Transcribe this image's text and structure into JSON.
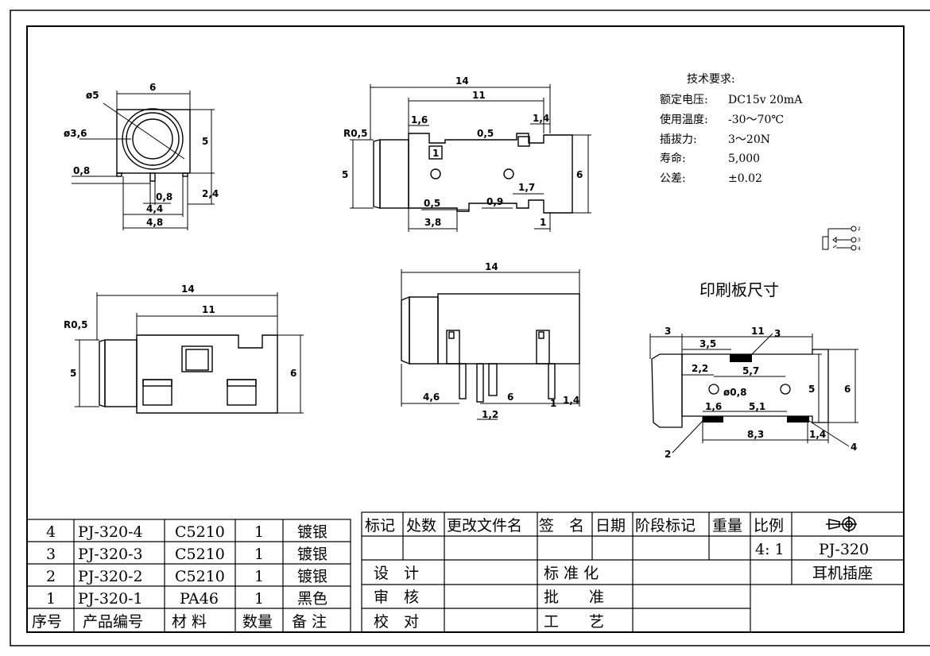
{
  "tech": {
    "title": "技术要求:",
    "lines": [
      {
        "label": "额定电压:",
        "value": "DC15v 20mA"
      },
      {
        "label": "使用温度:",
        "value": "-30～70℃"
      },
      {
        "label": "插拔力:",
        "value": "3～20N"
      },
      {
        "label": "寿命:",
        "value": "5,000"
      },
      {
        "label": "公差:",
        "value": "±0.02"
      }
    ]
  },
  "pcb_title": "印刷板尺寸",
  "schematic_pins": [
    "2",
    "3",
    "4"
  ],
  "views": {
    "front": {
      "phi5": "ø5",
      "phi36": "ø3,6",
      "w6": "6",
      "h5": "5",
      "d08a": "0,8",
      "d08b": "0,8",
      "d24": "2,4",
      "d44": "4,4",
      "d48": "4,8"
    },
    "top": {
      "l14": "14",
      "l11": "11",
      "r05": "R0,5",
      "d16": "1,6",
      "d14": "1,4",
      "d05": "0,5",
      "d1": "1",
      "h5": "5",
      "h6": "6",
      "b05": "0,5",
      "b09": "0,9",
      "b17": "1,7",
      "b38": "3,8",
      "b1": "1"
    },
    "side": {
      "l14": "14",
      "l11": "11",
      "r05": "R0,5",
      "h5": "5",
      "h6": "6"
    },
    "bottom": {
      "l14": "14",
      "d46": "4,6",
      "d6": "6",
      "d1": "1",
      "d14": "1,4",
      "d12": "1,2"
    },
    "pcb": {
      "d3": "3",
      "d11": "11",
      "d35": "3,5",
      "p3": "3",
      "d22": "2,2",
      "d57": "5,7",
      "phi08": "ø0,8",
      "h5": "5",
      "h6": "6",
      "d16": "1,6",
      "d51": "5,1",
      "d83": "8,3",
      "d14": "1,4",
      "p2": "2",
      "p4": "4"
    }
  },
  "bom": {
    "rows": [
      {
        "no": "4",
        "part": "PJ-320-4",
        "material": "C5210",
        "qty": "1",
        "note": "镀银"
      },
      {
        "no": "3",
        "part": "PJ-320-3",
        "material": "C5210",
        "qty": "1",
        "note": "镀银"
      },
      {
        "no": "2",
        "part": "PJ-320-2",
        "material": "C5210",
        "qty": "1",
        "note": "镀银"
      },
      {
        "no": "1",
        "part": "PJ-320-1",
        "material": "PA46",
        "qty": "1",
        "note": "黑色"
      }
    ],
    "header": {
      "no": "序号",
      "part": "产品编号",
      "material": "材 料",
      "qty": "数量",
      "note": "备 注"
    }
  },
  "title_block": {
    "headers": [
      "标记",
      "处数",
      "更改文件名",
      "签　名",
      "日期",
      "阶段标记",
      "重量",
      "比例"
    ],
    "scale": "4:  1",
    "part_no": "PJ-320",
    "part_name": "耳机插座",
    "design": "设　计",
    "check": "审　核",
    "proof": "校　对",
    "standard": "标 准 化",
    "approve": "批　　准",
    "process": "工　　艺"
  }
}
